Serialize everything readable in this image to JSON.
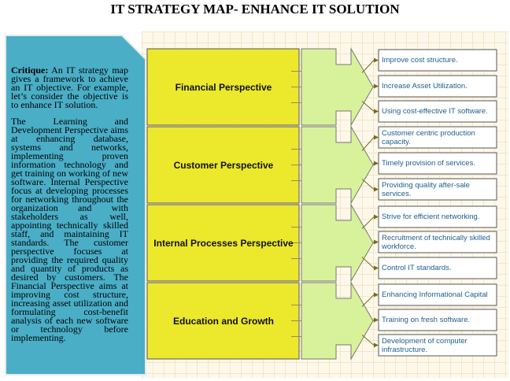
{
  "title": "IT STRATEGY MAP- ENHANCE IT SOLUTION",
  "critique": {
    "label": "Critique:",
    "intro": " An IT strategy map gives a framework to achieve an IT objective. For example, let’s consider the objective is to enhance IT solution.",
    "body": "The Learning and Development Perspective aims at enhancing database, systems and networks, implementing proven information technology and get training on working of new software. Internal Perspective focus at developing processes for networking throughout the organization and with stakeholders as well, appointing technically skilled staff, and maintaining IT standards. The customer perspective focuses at providing the required quality and quantity of products as desired by customers. The Financial Perspective aims at improving cost structure, increasing asset utilization and formulating cost-benefit analysis of each new software or technology before implementing."
  },
  "perspectives": [
    {
      "label": "Financial Perspective",
      "objectives": [
        "Improve cost structure.",
        "Increase Asset Utilization.",
        "Using cost-effective IT software."
      ]
    },
    {
      "label": "Customer Perspective",
      "objectives": [
        "Customer centric production capacity.",
        "Timely provision of services.",
        "Providing quality after-sale services."
      ]
    },
    {
      "label": "Internal Processes Perspective",
      "objectives": [
        "Strive for efficient networking.",
        "Recruitment of technically skilled workforce.",
        "Control IT standards."
      ]
    },
    {
      "label": "Education and Growth",
      "objectives": [
        "Enhancing Informational Capital",
        "Training on fresh software.",
        "Development of computer infrastructure."
      ]
    }
  ],
  "colors": {
    "panel": "#4aaec7",
    "perspective": "#ece82c",
    "arrow": "#d8f29c",
    "objective_text": "#1f5d8c"
  }
}
